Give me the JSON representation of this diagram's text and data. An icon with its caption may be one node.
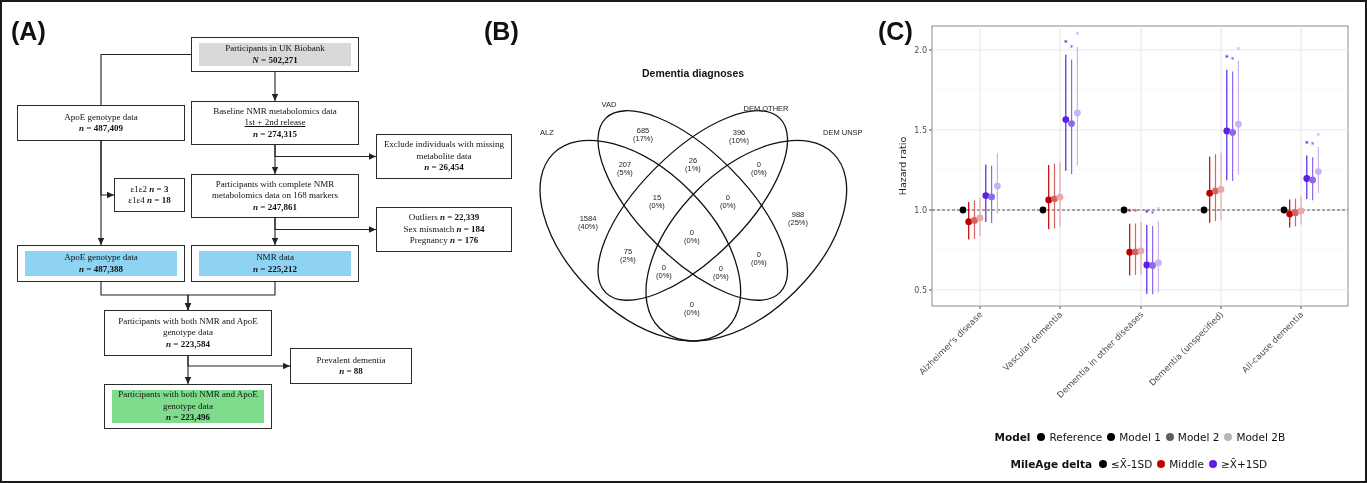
{
  "diagram": {
    "nodes": [
      {
        "text": [
          "Participants in UK Biobank",
          "*N* = 502,271"
        ]
      },
      {
        "text": [
          "ApoE genotype data",
          "*n* = 487,409"
        ]
      },
      {
        "text": [
          "Baseline NMR metabolomics data",
          "1st + 2nd release",
          "*n* = 274,315"
        ]
      },
      {
        "text": [
          "Exclude individuals with missing metabolite data",
          "*n* = 26,454"
        ]
      },
      {
        "text": [
          "ε1ε2 ***n* = 3**",
          "ε1ε4 ***n* = 18**"
        ]
      },
      {
        "text": [
          "Participants with complete NMR metabolomics data on 168 markers",
          "*n* = 247,861"
        ]
      },
      {
        "text": [
          "Outliers ***n* = 22,339**",
          "Sex mismatch ***n* = 184**",
          "Pregnancy ***n* = 176**"
        ]
      },
      {
        "text": [
          "ApoE genotype data",
          "*n* = 487,388"
        ]
      },
      {
        "text": [
          "NMR data",
          "*n* = 225,212"
        ]
      },
      {
        "text": [
          "Participants with both NMR and ApoE genotype data",
          "*n* = 223,584"
        ]
      },
      {
        "text": [
          "Prevalent dementia",
          "*n* = 88"
        ]
      },
      {
        "text": [
          "Participants with both NMR and ApoE genotype data",
          "*n* = 223,496"
        ]
      },
      {
        "text": [
          "ALZ"
        ]
      },
      {
        "text": [
          "VAD"
        ]
      },
      {
        "text": [
          "DEM OTHER"
        ]
      },
      {
        "text": [
          "DEM UNSP"
        ]
      }
    ],
    "edges": [
      {
        "from": 0,
        "to": 1,
        "arrow": "none"
      },
      {
        "from": 0,
        "to": 2,
        "arrow": "to"
      },
      {
        "from": 2,
        "to": 3,
        "arrow": "to"
      },
      {
        "from": 2,
        "to": 5,
        "arrow": "to"
      },
      {
        "from": 1,
        "to": 4,
        "arrow": "to"
      },
      {
        "from": 1,
        "to": 7,
        "arrow": "to"
      },
      {
        "from": 5,
        "to": 6,
        "arrow": "to"
      },
      {
        "from": 5,
        "to": 8,
        "arrow": "to"
      },
      {
        "from": 7,
        "to": 9,
        "arrow": "to"
      },
      {
        "from": 8,
        "to": 9,
        "arrow": "to"
      },
      {
        "from": 9,
        "to": 10,
        "arrow": "to"
      },
      {
        "from": 9,
        "to": 11,
        "arrow": "to"
      }
    ],
    "labels": [
      "(A)",
      "(B)",
      "(C)",
      "Dementia diagnoses",
      "685 (17%)",
      "396 (10%)",
      "207 (5%)",
      "26 (1%)",
      "0 (0%)",
      "15 (0%)",
      "0 (0%)",
      "1584 (40%)",
      "988 (25%)",
      "0 (0%)",
      "75 (2%)",
      "0 (0%)",
      "0 (0%)",
      "0 (0%)",
      "0 (0%)",
      "Model",
      "MileAge delta"
    ],
    "legend": [
      {
        "text": "Reference",
        "color": "#000000"
      },
      {
        "text": "Model 1",
        "color": "#000000"
      },
      {
        "text": "Model 2",
        "color": "#5f5f5f"
      },
      {
        "text": "Model 2B",
        "color": "#b5b5b5"
      },
      {
        "text": "≤X̄-1SD",
        "color": "#000000"
      },
      {
        "text": "Middle",
        "color": "#c00000"
      },
      {
        "text": "≥X̄+1SD",
        "color": "#5b1fe6"
      }
    ],
    "chart_data": {
      "type": "scatter",
      "ylabel": "Hazard ratio",
      "categories": [
        "Alzheimer's disease",
        "Vascular dementia",
        "Dementia in other diseases",
        "Dementia (unspecified)",
        "All-cause dementia"
      ],
      "ylim": [
        0.4,
        2.15
      ],
      "yticks": [
        0.5,
        {
          "value": 1,
          "label": "1.0"
        },
        1.5,
        {
          "value": 2,
          "label": "2.0"
        }
      ],
      "grid": true,
      "ref_lines": [
        {
          "axis": "y",
          "value": 1
        }
      ],
      "series": [
        {
          "color": "#000000",
          "values": [
            1,
            1,
            1,
            1,
            1
          ]
        },
        {
          "color": "#c00000",
          "values": [
            0.927,
            1.063,
            0.736,
            1.105,
            0.975
          ],
          "errors": [
            [
              0.816,
              1.05
            ],
            [
              0.88,
              1.282
            ],
            [
              0.59,
              0.914
            ],
            [
              0.92,
              1.333
            ],
            [
              0.891,
              1.065
            ]
          ]
        },
        {
          "color": "#d56363",
          "values": [
            0.935,
            1.07,
            0.738,
            1.119,
            0.983
          ],
          "errors": [
            [
              0.82,
              1.06
            ],
            [
              0.885,
              1.29
            ],
            [
              0.594,
              0.916
            ],
            [
              0.93,
              1.349
            ],
            [
              0.897,
              1.071
            ]
          ]
        },
        {
          "color": "#eaa9a9",
          "values": [
            0.95,
            1.08,
            0.745,
            1.128,
            0.994
          ],
          "errors": [
            [
              0.837,
              1.077
            ],
            [
              0.893,
              1.3
            ],
            [
              0.596,
              0.925
            ],
            [
              0.935,
              1.36
            ],
            [
              0.91,
              1.086
            ]
          ]
        },
        {
          "color": "#5b1fe6",
          "values": [
            1.09,
            1.565,
            0.657,
            1.494,
            1.197
          ],
          "errors": [
            [
              0.925,
              1.285
            ],
            [
              1.245,
              1.97
            ],
            [
              0.477,
              0.906
            ],
            [
              1.186,
              1.877
            ],
            [
              1.069,
              1.341
            ]
          ]
        },
        {
          "color": "#8d6aec",
          "values": [
            1.082,
            1.54,
            0.653,
            1.485,
            1.188
          ],
          "errors": [
            [
              0.918,
              1.278
            ],
            [
              1.224,
              1.94
            ],
            [
              0.474,
              0.9
            ],
            [
              1.182,
              1.866
            ],
            [
              1.061,
              1.33
            ]
          ]
        },
        {
          "color": "#c6b5f4",
          "values": [
            1.15,
            1.607,
            0.67,
            1.536,
            1.24
          ],
          "errors": [
            [
              0.977,
              1.354
            ],
            [
              1.276,
              2.02
            ],
            [
              0.485,
              0.93
            ],
            [
              1.222,
              1.933
            ],
            [
              1.107,
              1.393
            ]
          ]
        }
      ],
      "annotations": [
        "*",
        "*",
        "*",
        "*",
        "*",
        "*",
        "*",
        "*",
        "*",
        "*",
        "*",
        "*",
        "*",
        "*"
      ]
    }
  }
}
